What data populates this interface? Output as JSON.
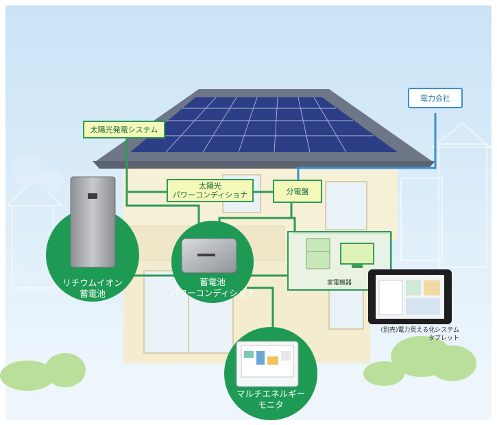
{
  "labels": {
    "solar_system": "太陽光発電システム",
    "solar_pcs_line1": "太陽光",
    "solar_pcs_line2": "パワーコンディショナ",
    "distribution_board": "分電盤",
    "power_company": "電力会社",
    "home_appliances": "家電機器",
    "lithium_line1": "リチウムイオン",
    "lithium_line2": "蓄電池",
    "battery_pcs_line1": "蓄電池",
    "battery_pcs_line2": "パワーコンディショナ",
    "monitor_line1": "マルチエネルギー",
    "monitor_line2": "モニタ",
    "tablet_line1": "(別売)電力見える化システム",
    "tablet_line2": "タブレット"
  },
  "colors": {
    "wire_green": "#2e9a57",
    "wire_blue": "#3c8fd0",
    "circle_green": "#1f9a55",
    "label_fill": "#f4f8b9",
    "sky": "#dbeefa",
    "house_wall": "#f6f1d6",
    "roof": "#6e7787",
    "solar_panel": "#2c3f86"
  }
}
